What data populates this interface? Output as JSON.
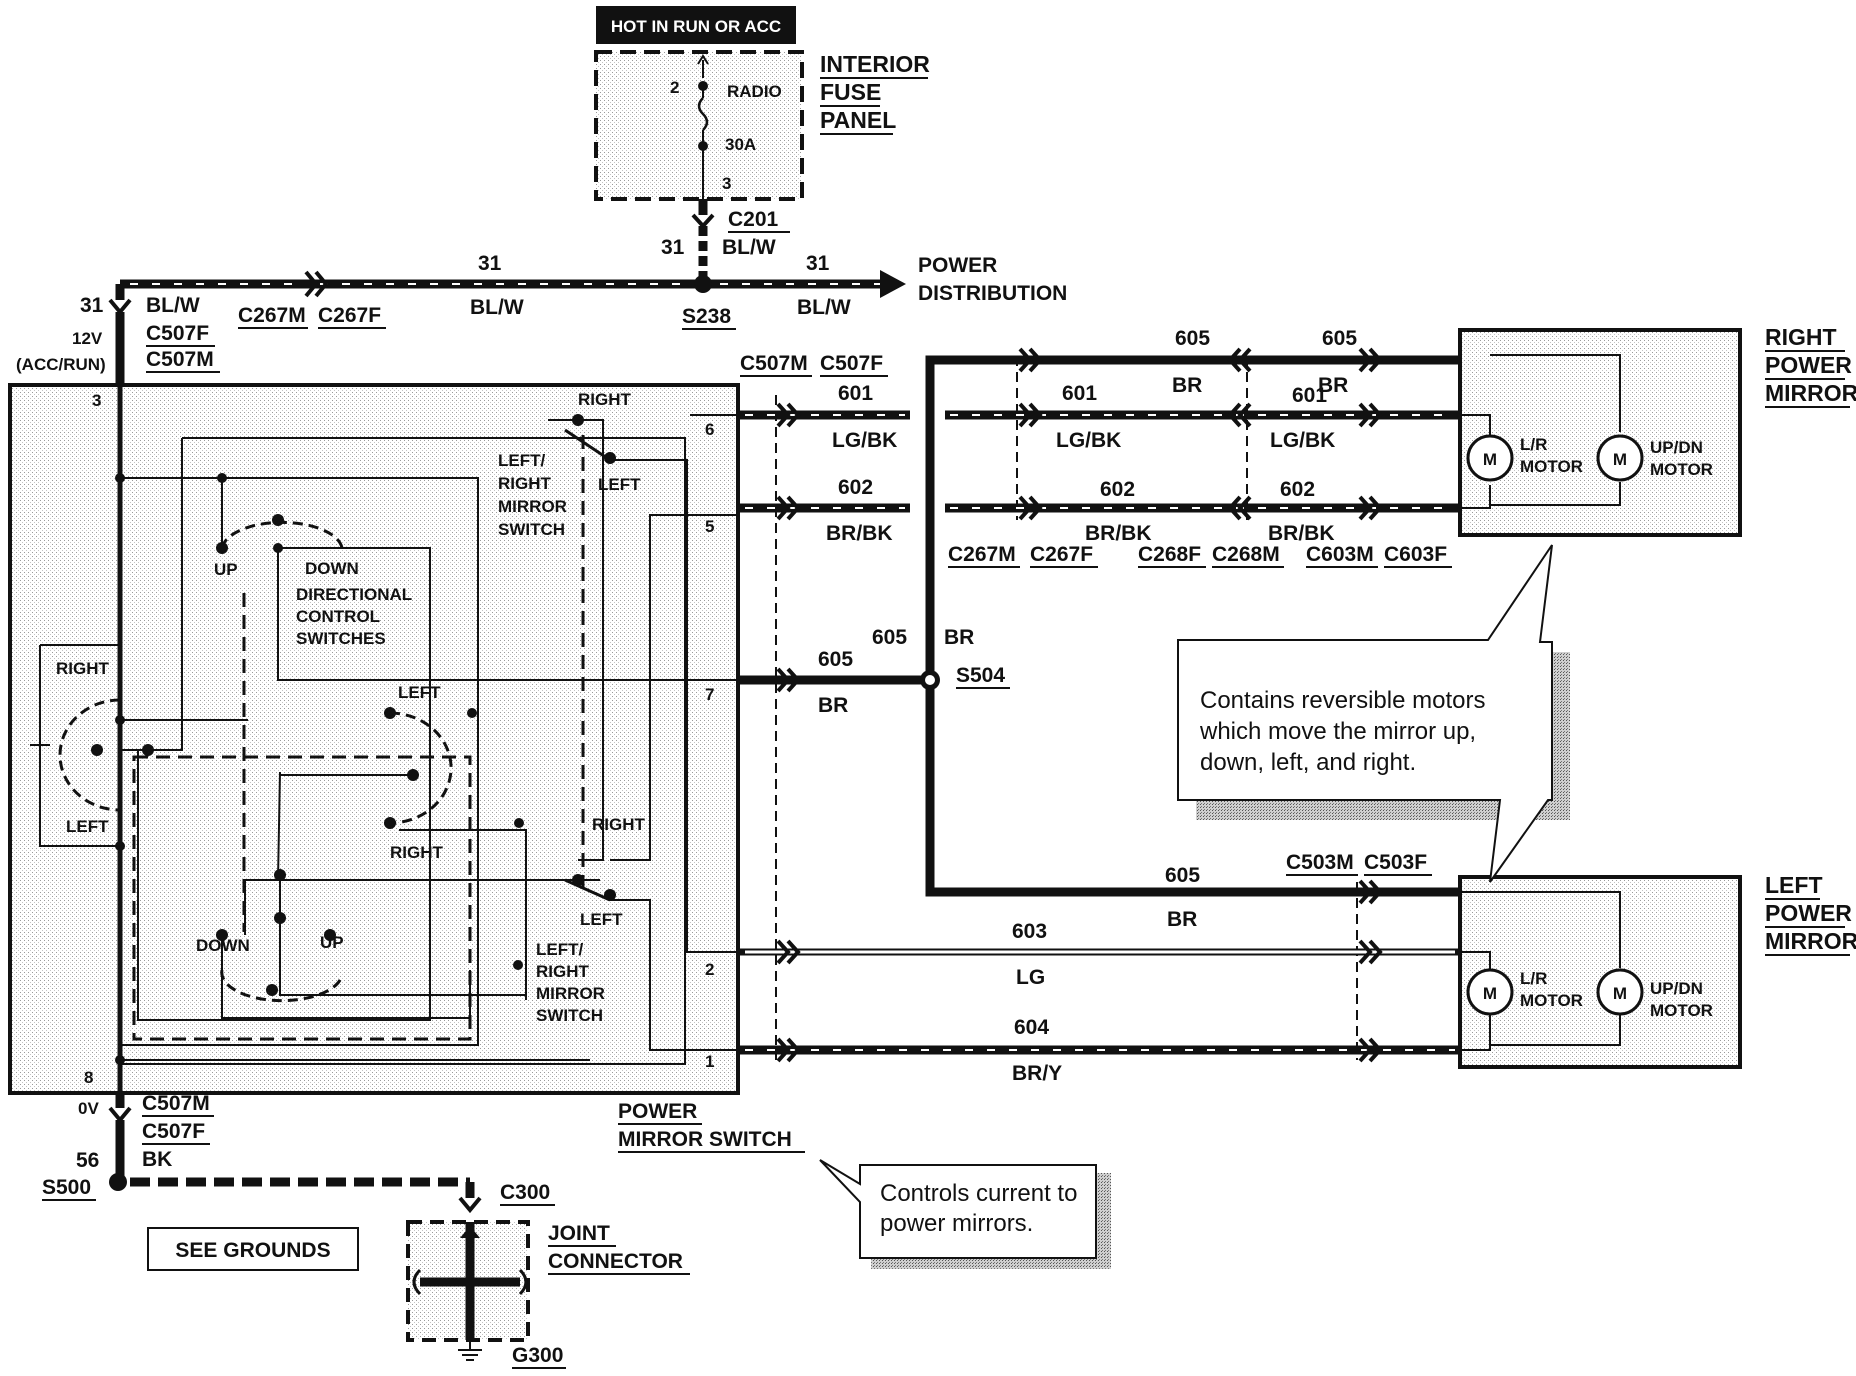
{
  "fuse_panel": {
    "banner": "HOT IN RUN OR ACC",
    "title": [
      "INTERIOR",
      "FUSE",
      "PANEL"
    ],
    "fuse_name": "RADIO",
    "fuse_rating": "30A",
    "pin_in": "2",
    "pin_out": "3"
  },
  "power_feed": {
    "circuit": "31",
    "color": "BL/W",
    "connectors": [
      "C201",
      "C267M",
      "C267F",
      "C507F",
      "C507M"
    ],
    "splice": "S238",
    "destination": [
      "POWER",
      "DISTRIBUTION"
    ],
    "voltage": "12V",
    "voltage_mode": "(ACC/RUN)"
  },
  "switch": {
    "title": [
      "POWER",
      "MIRROR SWITCH"
    ],
    "pins": [
      "3",
      "6",
      "5",
      "7",
      "2",
      "1",
      "8"
    ],
    "labels": {
      "right": "RIGHT",
      "left": "LEFT",
      "up": "UP",
      "down": "DOWN",
      "lr_switch": [
        "LEFT/",
        "RIGHT",
        "MIRROR",
        "SWITCH"
      ],
      "dir_switch": [
        "DIRECTIONAL",
        "CONTROL",
        "SWITCHES"
      ]
    },
    "note": [
      "Controls current to",
      "power mirrors."
    ]
  },
  "ground": {
    "voltage": "0V",
    "connectors": [
      "C507M",
      "C507F"
    ],
    "color": "BK",
    "circuit": "56",
    "splice": "S500",
    "joint_connector": "C300",
    "joint_title": [
      "JOINT",
      "CONNECTOR"
    ],
    "ground_point": "G300",
    "see_grounds": "SEE GROUNDS"
  },
  "harness": {
    "switch_connectors": [
      "C507M",
      "C507F"
    ],
    "mid_connectors": [
      "C267M",
      "C267F",
      "C268F",
      "C268M",
      "C603M",
      "C603F"
    ],
    "left_connectors": [
      "C503M",
      "C503F"
    ],
    "splice": "S504",
    "circuits": [
      {
        "num": "605",
        "color": "BR"
      },
      {
        "num": "601",
        "color": "LG/BK"
      },
      {
        "num": "602",
        "color": "BR/BK"
      },
      {
        "num": "603",
        "color": "LG"
      },
      {
        "num": "604",
        "color": "BR/Y"
      }
    ]
  },
  "mirrors": {
    "right_title": [
      "RIGHT",
      "POWER",
      "MIRROR"
    ],
    "left_title": [
      "LEFT",
      "POWER",
      "MIRROR"
    ],
    "motor_symbol": "M",
    "lr_motor": [
      "L/R",
      "MOTOR"
    ],
    "updn_motor": [
      "UP/DN",
      "MOTOR"
    ],
    "note": [
      "Contains reversible motors",
      "which move the mirror up,",
      "down, left, and right."
    ]
  }
}
